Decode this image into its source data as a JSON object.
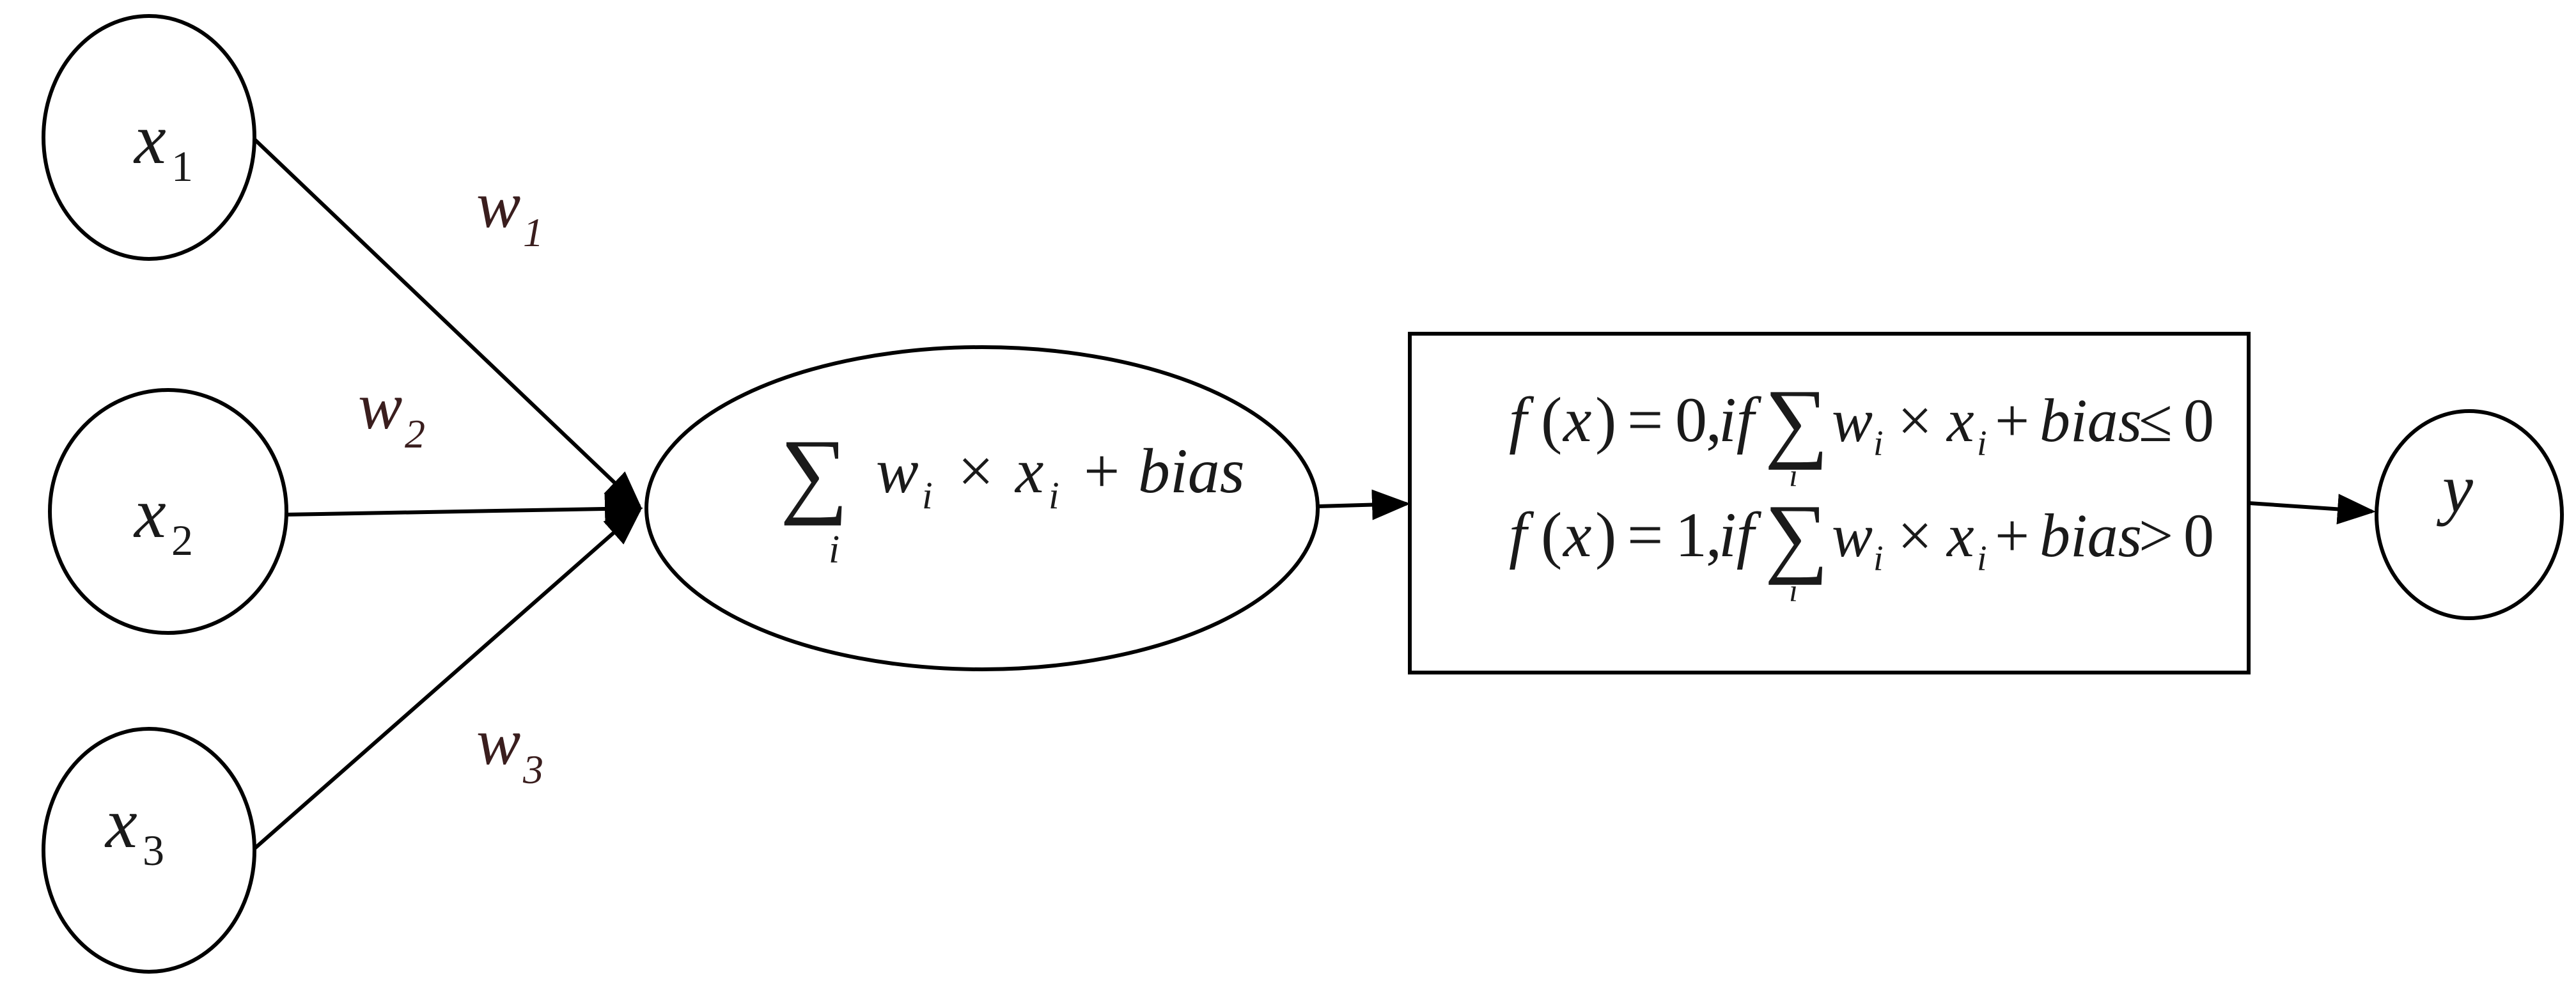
{
  "inputs": [
    {
      "var": "x",
      "sub": "1"
    },
    {
      "var": "x",
      "sub": "2"
    },
    {
      "var": "x",
      "sub": "3"
    }
  ],
  "weights": [
    {
      "var": "w",
      "sub": "1"
    },
    {
      "var": "w",
      "sub": "2"
    },
    {
      "var": "w",
      "sub": "3"
    }
  ],
  "summation": {
    "sigma": "∑",
    "index": "i",
    "w": "w",
    "w_sub": "i",
    "times": "×",
    "x": "x",
    "x_sub": "i",
    "plus": "+",
    "bias": "bias"
  },
  "activation": {
    "line1": {
      "f": "f",
      "open": "(",
      "arg": "x",
      "close": ")",
      "eq": "=",
      "value": "0",
      "comma": ",",
      "if": "if",
      "sigma": "∑",
      "index": "i",
      "w": "w",
      "w_sub": "i",
      "times": "×",
      "x": "x",
      "x_sub": "i",
      "plus": "+",
      "bias": "bias",
      "relation": "≤",
      "rhs": "0"
    },
    "line2": {
      "f": "f",
      "open": "(",
      "arg": "x",
      "close": ")",
      "eq": "=",
      "value": "1",
      "comma": ",",
      "if": "if",
      "sigma": "∑",
      "index": "i",
      "w": "w",
      "w_sub": "i",
      "times": "×",
      "x": "x",
      "x_sub": "i",
      "plus": "+",
      "bias": "bias",
      "relation": ">",
      "rhs": "0"
    }
  },
  "output": {
    "var": "y"
  }
}
